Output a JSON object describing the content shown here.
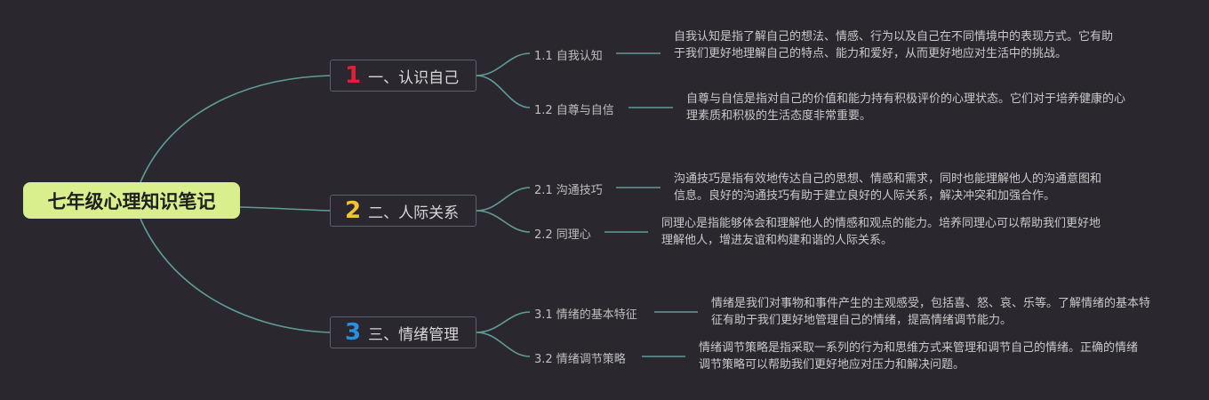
{
  "root": {
    "title": "七年级心理知识笔记"
  },
  "topics": [
    {
      "number": "1",
      "label": "一、认识自己",
      "number_color": "#e0203a",
      "subtopics": [
        {
          "label": "1.1 自我认知",
          "description": "自我认知是指了解自己的想法、情感、行为以及自己在不同情境中的表现方式。它有助于我们更好地理解自己的特点、能力和爱好，从而更好地应对生活中的挑战。"
        },
        {
          "label": "1.2 自尊与自信",
          "description": "自尊与自信是指对自己的价值和能力持有积极评价的心理状态。它们对于培养健康的心理素质和积极的生活态度非常重要。"
        }
      ]
    },
    {
      "number": "2",
      "label": "二、人际关系",
      "number_color": "#f2c230",
      "subtopics": [
        {
          "label": "2.1 沟通技巧",
          "description": "沟通技巧是指有效地传达自己的思想、情感和需求，同时也能理解他人的沟通意图和信息。良好的沟通技巧有助于建立良好的人际关系，解决冲突和加强合作。"
        },
        {
          "label": "2.2 同理心",
          "description": "同理心是指能够体会和理解他人的情感和观点的能力。培养同理心可以帮助我们更好地理解他人，增进友谊和构建和谐的人际关系。"
        }
      ]
    },
    {
      "number": "3",
      "label": "三、情绪管理",
      "number_color": "#2a8fe0",
      "subtopics": [
        {
          "label": "3.1 情绪的基本特征",
          "description": "情绪是我们对事物和事件产生的主观感受，包括喜、怒、哀、乐等。了解情绪的基本特征有助于我们更好地管理自己的情绪，提高情绪调节能力。"
        },
        {
          "label": "3.2 情绪调节策略",
          "description": "情绪调节策略是指采取一系列的行为和思维方式来管理和调节自己的情绪。正确的情绪调节策略可以帮助我们更好地应对压力和解决问题。"
        }
      ]
    }
  ],
  "colors": {
    "background": "#2a282e",
    "connector": "#5f9c98",
    "root_fill": "#d9ef8e"
  }
}
